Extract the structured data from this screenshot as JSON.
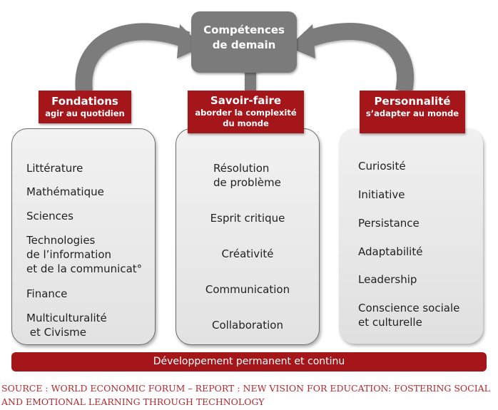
{
  "center": {
    "title_line1": "Compétences",
    "title_line2": "de demain"
  },
  "columns": [
    {
      "title": "Fondations",
      "subtitle_line1": "agir au quotidien",
      "items": [
        "Littérature",
        "Mathématique",
        "Sciences",
        "Technologies",
        "de l’information",
        "et de la communicat°",
        "Finance",
        "Multiculturalité",
        " et Civisme"
      ]
    },
    {
      "title": "Savoir-faire",
      "subtitle_line1": "aborder la complexité",
      "subtitle_line2": "du monde",
      "items": [
        "Résolution",
        "de problème",
        "Esprit critique",
        "Créativité",
        "Communication",
        "Collaboration"
      ]
    },
    {
      "title": "Personnalité",
      "subtitle_line1": "s’adapter au monde",
      "items": [
        "Curiosité",
        "Initiative",
        "Persistance",
        "Adaptabilité",
        "Leadership",
        "Conscience sociale",
        "et culturelle"
      ]
    }
  ],
  "bottom_bar": "Développement permanent et continu",
  "source_line1": "SOURCE : WORLD ECONOMIC FORUM – REPORT : NEW VISION FOR EDUCATION: FOSTERING SOCIAL",
  "source_line2": "AND EMOTIONAL LEARNING THROUGH TECHNOLOGY",
  "colors": {
    "accent": "#a5161a",
    "arrow": "#7b7b7b",
    "source": "#b3282d"
  }
}
